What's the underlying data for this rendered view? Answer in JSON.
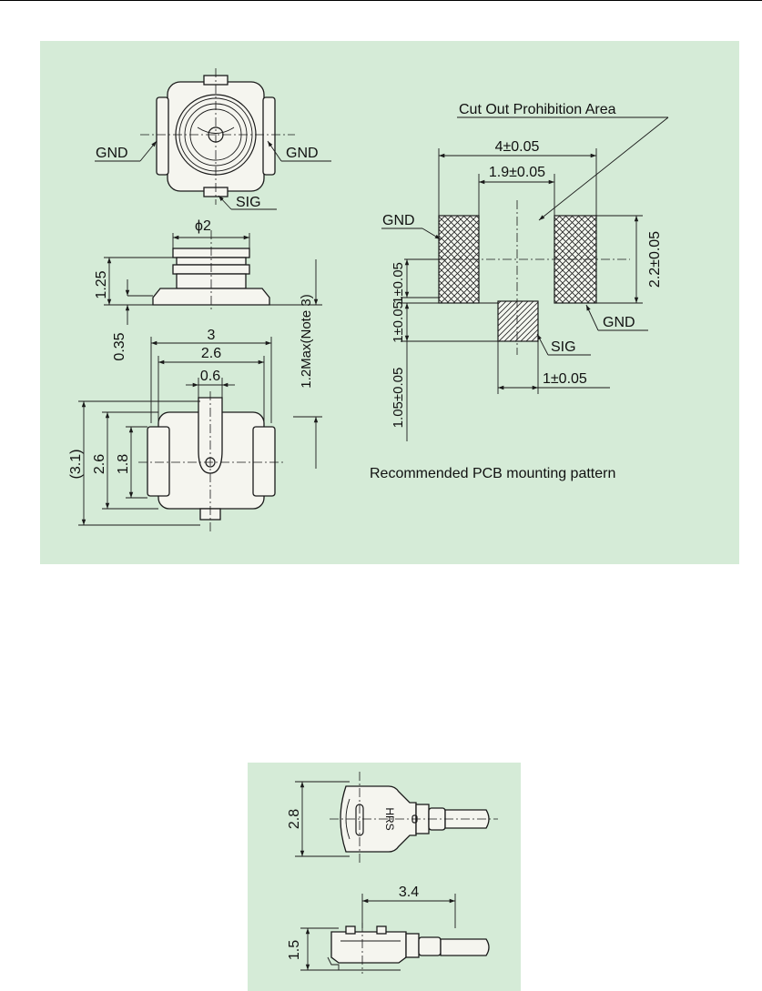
{
  "colors": {
    "panel_background": "#d5ebd7",
    "page_background": "#ffffff",
    "line": "#1a1a1a"
  },
  "top_panel": {
    "top_view": {
      "gnd_left_label": "GND",
      "gnd_right_label": "GND",
      "sig_label": "SIG"
    },
    "side_view": {
      "diameter_label": "ϕ2",
      "height_label": "1.25",
      "base_label": "0.35",
      "max_height_label": "1.2Max(Note 3)"
    },
    "bottom_view": {
      "width_outer_label": "3",
      "width_inner_label": "2.6",
      "sig_width_label": "0.6",
      "height_ref_label": "(3.1)",
      "height_label": "2.6",
      "pad_height_label": "1.8"
    },
    "pcb_pattern": {
      "cut_out_label": "Cut Out Prohibition Area",
      "overall_width_label": "4±0.05",
      "gap_label": "1.9±0.05",
      "gnd_left_label": "GND",
      "gnd_right_label": "GND",
      "sig_label": "SIG",
      "pad_height_label": "2.2±0.05",
      "left_offset_label": "1±0.05",
      "gnd_to_sig_label": "1±0.05",
      "sig_offset_label": "1.05±0.05",
      "sig_width_label": "1±0.05",
      "caption": "Recommended PCB mounting pattern"
    }
  },
  "bottom_panel": {
    "top_view": {
      "height_label": "2.8",
      "marking": "HRS"
    },
    "side_view": {
      "length_label": "3.4",
      "height_label": "1.5"
    }
  }
}
